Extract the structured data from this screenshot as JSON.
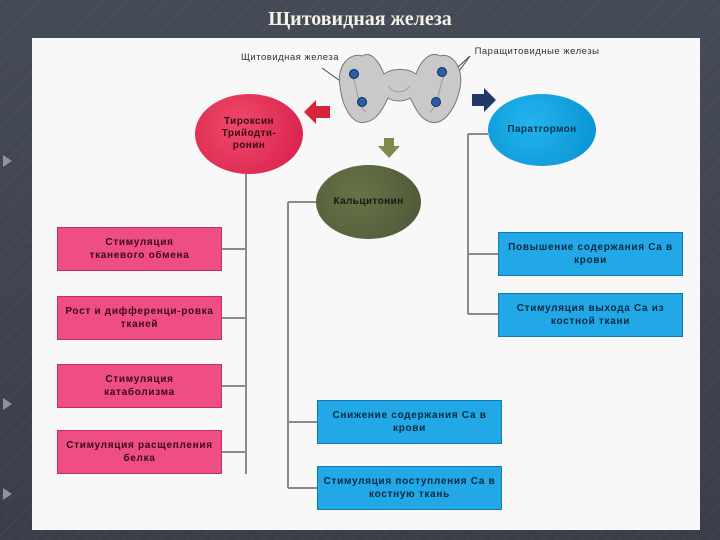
{
  "title": "Щитовидная железа",
  "labels": {
    "thyroid": "Щитовидная железа",
    "parathyroid": "Паращитовидные железы"
  },
  "hormones": {
    "thyroxine": "Тироксин Трийодти-ронин",
    "calcitonin": "Кальцитонин",
    "parathormone": "Паратгормон"
  },
  "thyroxine_effects": [
    "Стимуляция тканевого обмена",
    "Рост и дифференци-ровка тканей",
    "Стимуляция катаболизма",
    "Стимуляция расщепления белка"
  ],
  "parathormone_effects": [
    "Повышение содержания Са в крови",
    "Стимуляция выхода Са из костной ткани"
  ],
  "calcitonin_effects": [
    "Снижение содержания Са в крови",
    "Стимуляция поступления Са в костную ткань"
  ],
  "colors": {
    "thyroxine": "#d61c48",
    "calcitonin": "#4c5533",
    "parathormone": "#0690cf",
    "pink_box": "#ee4d86",
    "blue_box": "#22a8e6"
  },
  "icons": [
    "arrow-left-icon",
    "arrow-down-icon",
    "arrow-right-icon",
    "thyroid-gland-image",
    "slide-bullet-icon"
  ]
}
